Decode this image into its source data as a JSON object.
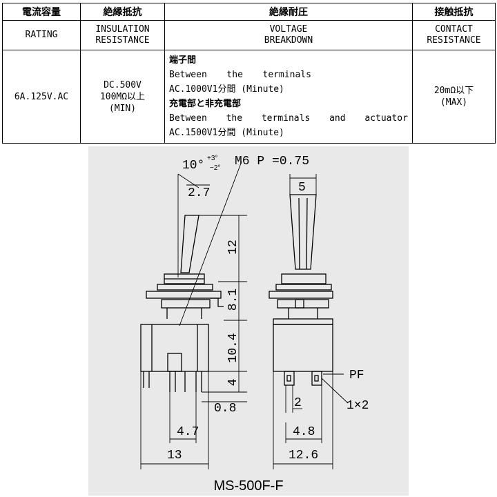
{
  "spec_table": {
    "headers_jp": [
      "電流容量",
      "絶縁抵抗",
      "絶縁耐圧",
      "接触抵抗"
    ],
    "headers_en": [
      {
        "line1": "RATING",
        "line2": ""
      },
      {
        "line1": "INSULATION",
        "line2": "RESISTANCE"
      },
      {
        "line1": "VOLTAGE",
        "line2": "BREAKDOWN"
      },
      {
        "line1": "CONTACT",
        "line2": "RESISTANCE"
      }
    ],
    "rating": "6A.125V.AC",
    "insulation": [
      "DC.500V",
      "100MΩ以上",
      "(MIN)"
    ],
    "voltage_breakdown": {
      "label1": "端子間",
      "line1_words": [
        "Between",
        "the",
        "terminals"
      ],
      "line2": "AC.1000V1分間 (Minute)",
      "label2": "充電部と非充電部",
      "line3_words": [
        "Between",
        "the",
        "terminals",
        "and",
        "actuator"
      ],
      "line4": "AC.1500V1分間 (Minute)"
    },
    "contact": [
      "20mΩ以下",
      "(MAX)"
    ]
  },
  "drawing": {
    "angle": "10°",
    "tol_plus": "+3°",
    "tol_minus": "−2°",
    "thread": "M6  P =0.75",
    "dims": {
      "lever_width": "2.7",
      "lever_len": "12",
      "bushing_len": "8.1",
      "body_h": "10.4",
      "term_len": "4",
      "term_thk": "0.8",
      "term_pitch_side": "4.7",
      "body_w_side": "13",
      "lever_top_w": "5",
      "pitch_front": "2",
      "spacing_front": "4.8",
      "body_w_front": "12.6",
      "pf": "PF",
      "hole": "1×2"
    },
    "model": "MS-500F-F"
  },
  "colors": {
    "drawing_bg": "#e9e9e9",
    "line": "#000000",
    "watermark": "#e8a0a0"
  }
}
